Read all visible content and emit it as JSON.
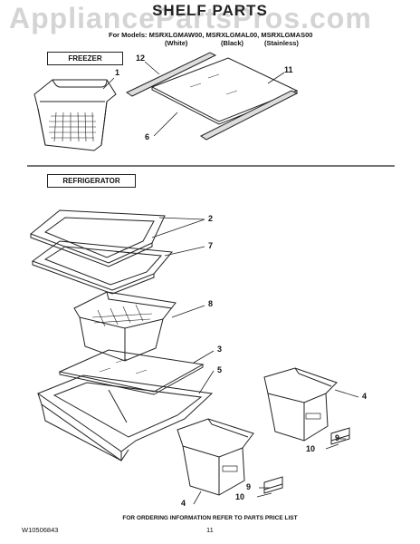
{
  "header": {
    "title": "SHELF PARTS",
    "watermark": "AppliancePartsPros.com",
    "models_line": "For Models: MSRXLGMAW00, MSRXLGMAL00, MSRXLGMAS00",
    "colors": [
      "(White)",
      "(Black)",
      "(Stainless)"
    ]
  },
  "sections": {
    "freezer": "FREEZER",
    "refrigerator": "REFRIGERATOR"
  },
  "callouts": {
    "c1": "1",
    "c12": "12",
    "c11": "11",
    "c6": "6",
    "c2": "2",
    "c7": "7",
    "c8": "8",
    "c3": "3",
    "c5": "5",
    "c4a": "4",
    "c9a": "9",
    "c10a": "10",
    "c4b": "4",
    "c9b": "9",
    "c10b": "10"
  },
  "footer": {
    "note": "FOR ORDERING INFORMATION REFER TO PARTS PRICE LIST",
    "doc_number": "W10506843",
    "page_number": "11"
  }
}
